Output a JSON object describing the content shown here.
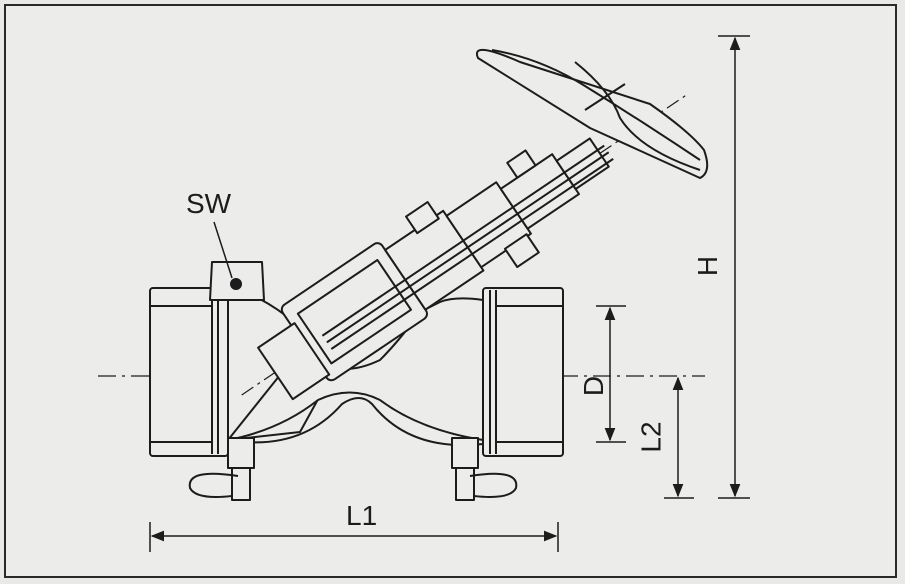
{
  "labels": {
    "sw": "SW",
    "h": "H",
    "d": "D",
    "l2": "L2",
    "l1": "L1"
  },
  "colors": {
    "line": "#1c1c1c",
    "paper": "#ececea",
    "shade": "#d6d6d3"
  }
}
